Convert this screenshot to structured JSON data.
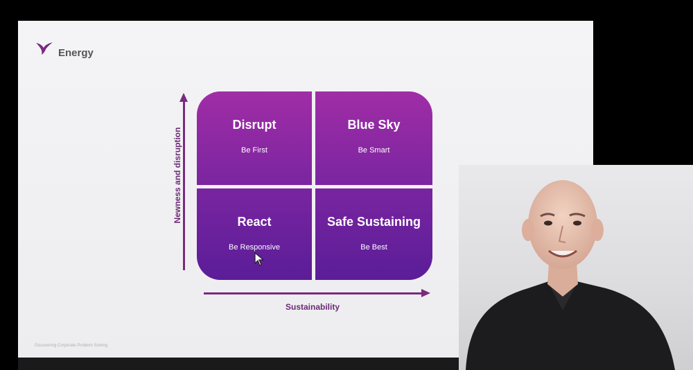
{
  "slide": {
    "title": "Energy",
    "footer": "Discovering Corporate Problem Solving"
  },
  "matrix": {
    "quadrants": [
      {
        "title": "Disrupt",
        "subtitle": "Be First"
      },
      {
        "title": "Blue Sky",
        "subtitle": "Be Smart"
      },
      {
        "title": "React",
        "subtitle": "Be Responsive"
      },
      {
        "title": "Safe Sustaining",
        "subtitle": "Be Best"
      }
    ],
    "y_axis_label": "Newness and disruption",
    "x_axis_label": "Sustainability"
  },
  "colors": {
    "quadrant_top": "#a02da6",
    "quadrant_bottom": "#5b1d98",
    "axis": "#7b2a7e",
    "background": "#000000"
  },
  "icons": {
    "logo": "bird-logo-icon",
    "cursor": "pointer-cursor-icon"
  }
}
